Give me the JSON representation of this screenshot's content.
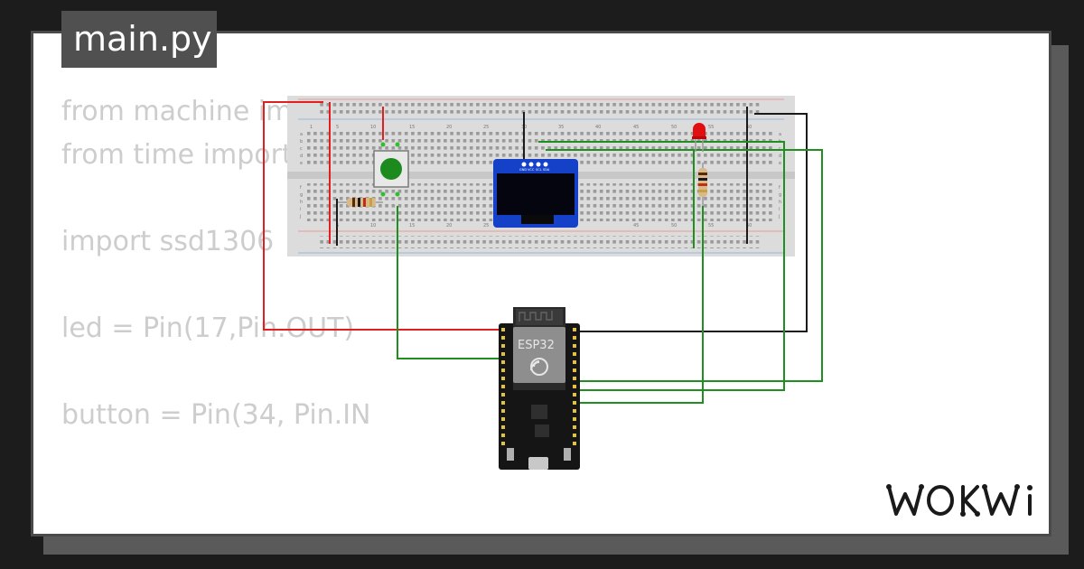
{
  "file_tab": {
    "label": "main.py"
  },
  "code_lines": [
    "from machine import Pin",
    "from time import sleep",
    "",
    "import ssd1306",
    "",
    "led = Pin(17,Pin.OUT)",
    "",
    "button = Pin(34, Pin.IN)"
  ],
  "breadboard": {
    "column_labels": [
      "1",
      "5",
      "10",
      "15",
      "20",
      "25",
      "30",
      "35",
      "40",
      "45",
      "50",
      "55",
      "60"
    ],
    "row_labels_top": [
      "a",
      "b",
      "c",
      "d",
      "e"
    ],
    "row_labels_bottom": [
      "f",
      "g",
      "h",
      "i",
      "j"
    ]
  },
  "oled": {
    "pin_labels": [
      "GND",
      "VCC",
      "SCL",
      "SDA"
    ]
  },
  "esp32": {
    "label": "ESP32"
  },
  "brand": {
    "logo_text": "WOKWi"
  },
  "colors": {
    "wire_red": "#e02020",
    "wire_black": "#1a1a1a",
    "wire_green": "#1f8f1f",
    "button_green": "#1c8a1c",
    "led_red": "#e01010",
    "oled_blue": "#1540c8"
  }
}
